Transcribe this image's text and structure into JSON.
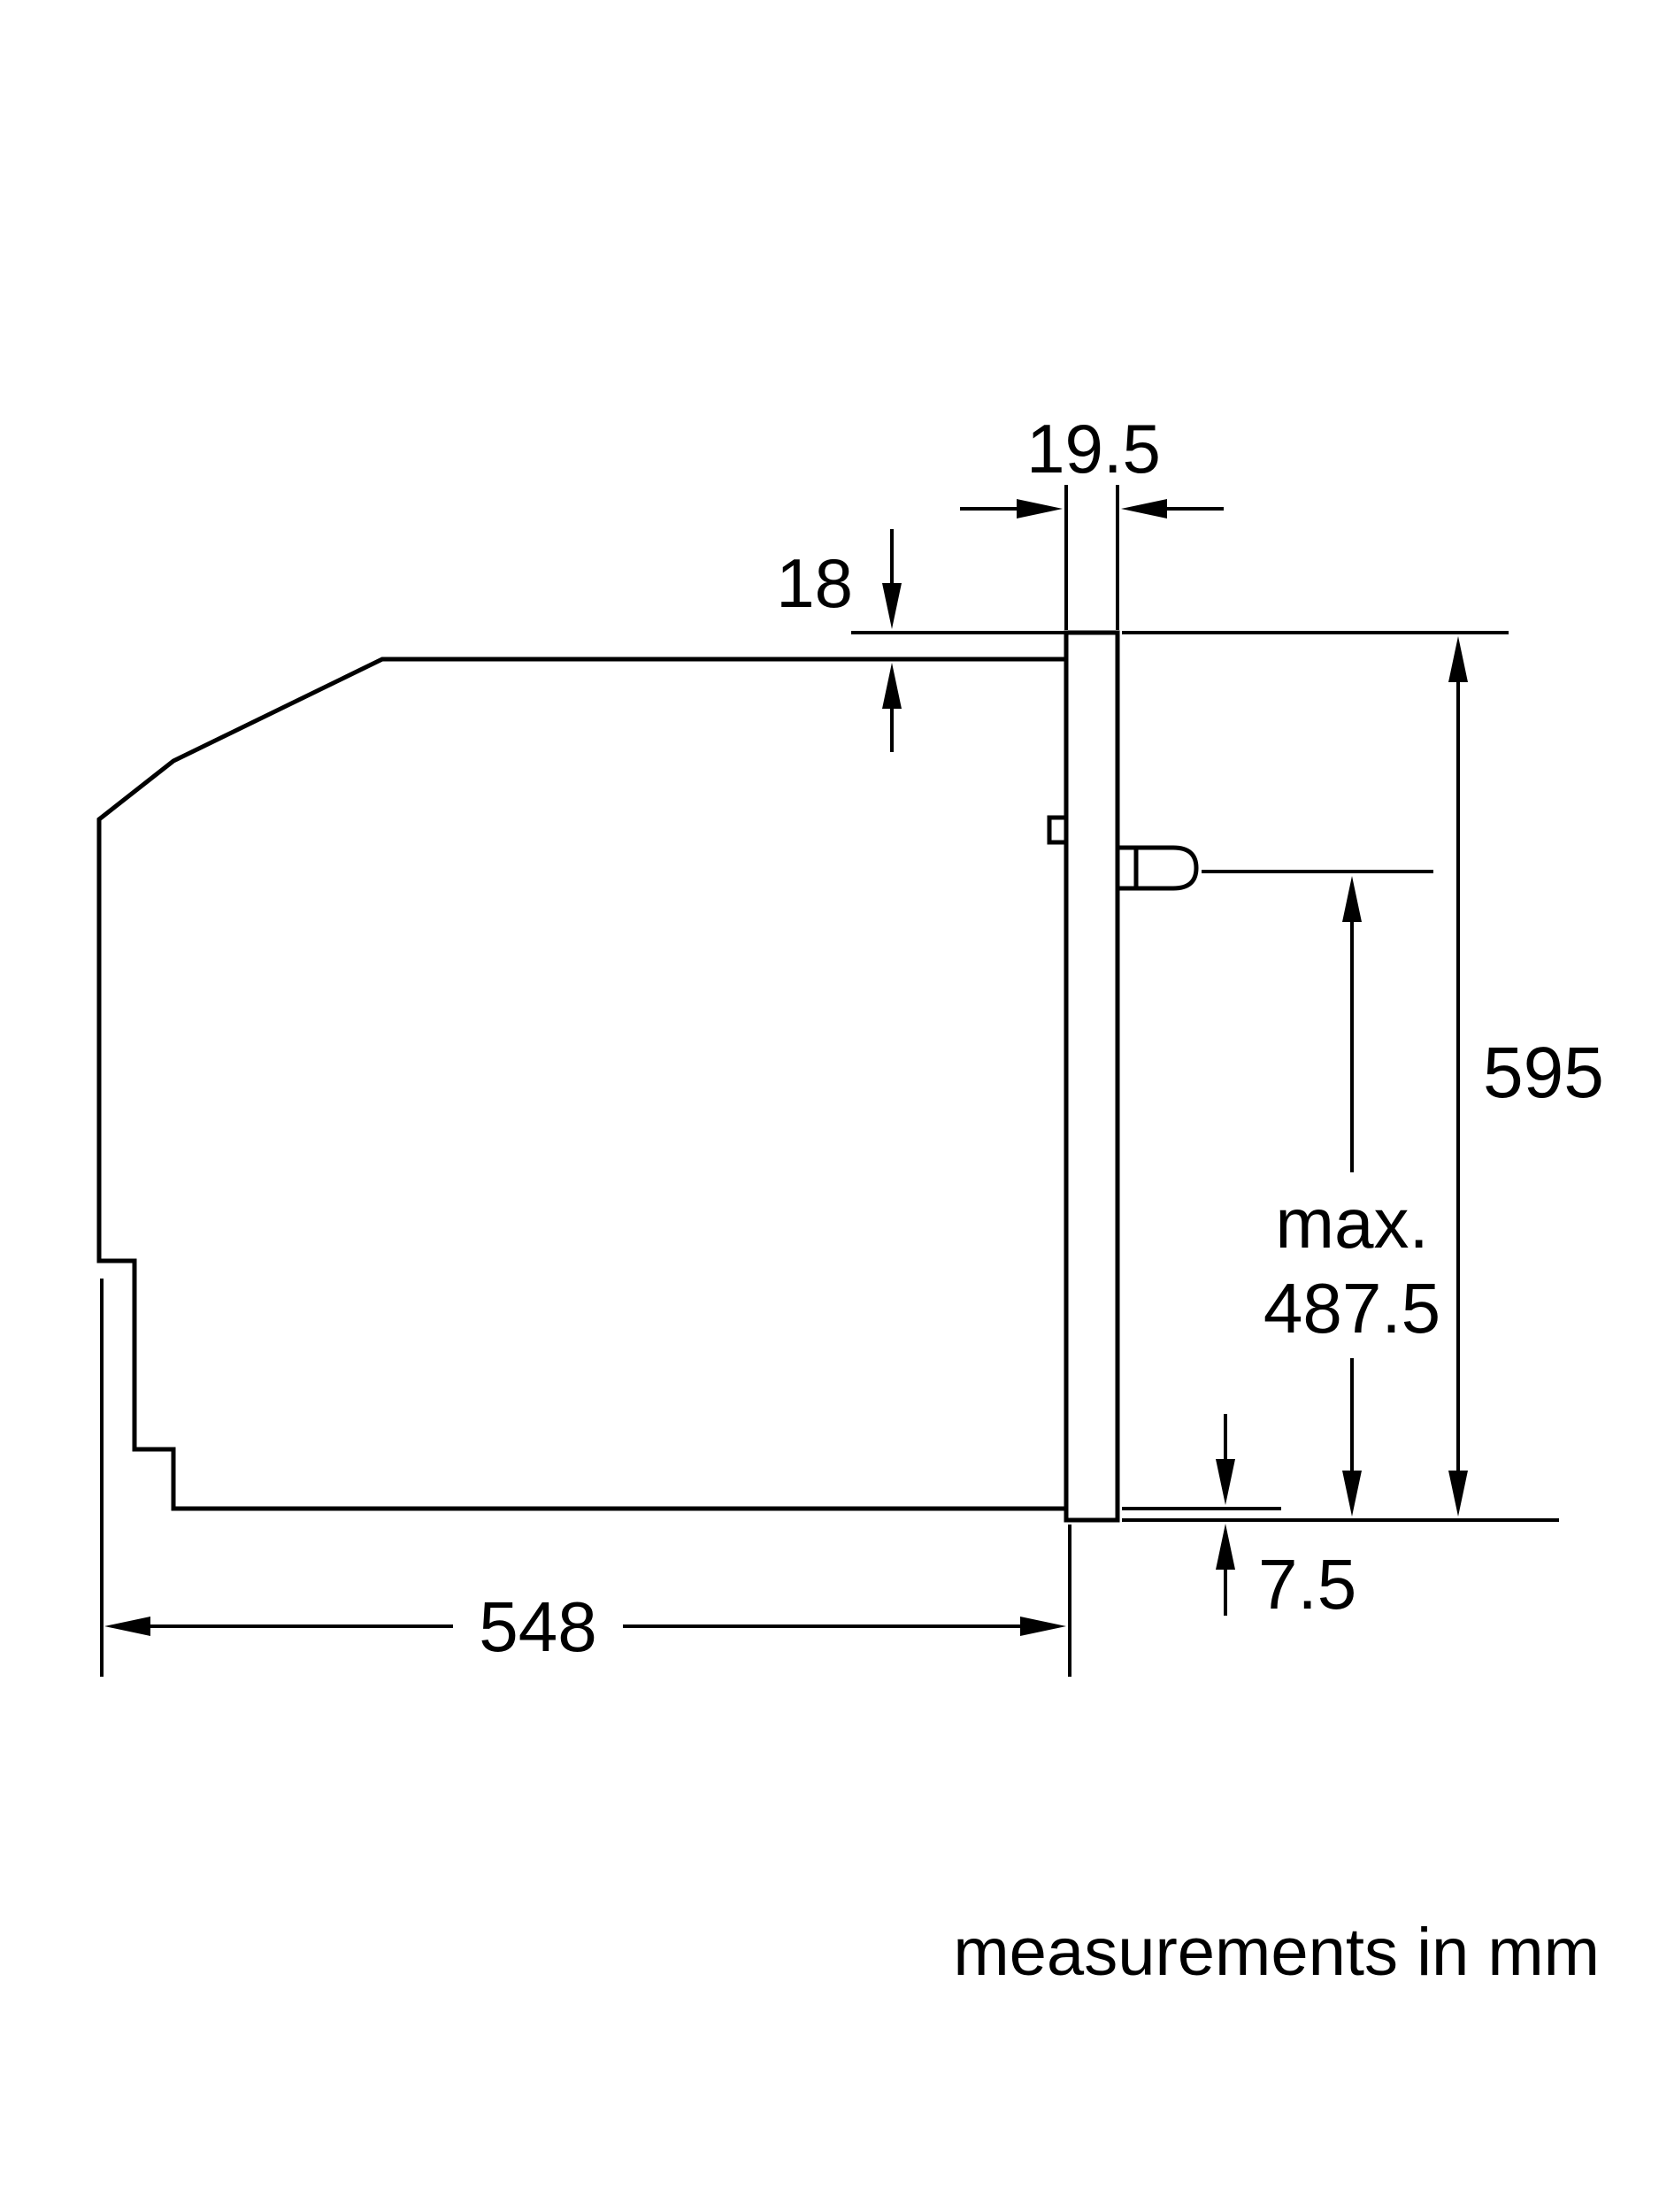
{
  "diagram": {
    "unit_note": "measurements in mm",
    "dimensions": {
      "fascia_thickness": "19.5",
      "top_clearance": "18",
      "front_height": "595",
      "knob_max_label": "max.",
      "knob_max_value": "487.5",
      "bottom_overhang": "7.5",
      "body_depth": "548"
    },
    "colors": {
      "line": "#000000",
      "background": "#ffffff"
    }
  }
}
